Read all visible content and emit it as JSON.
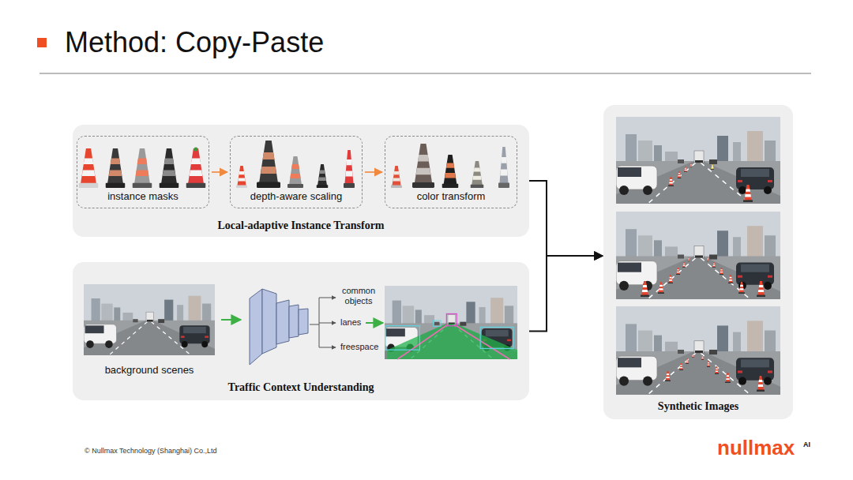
{
  "diagram": {
    "title": "Method: Copy-Paste",
    "nodes": [
      {
        "text": [
          "Local-adaptive Instance Transform"
        ]
      },
      {
        "text": [
          "instance masks"
        ],
        "in": 0
      },
      {
        "text": [
          "depth-aware scaling"
        ],
        "in": 0
      },
      {
        "text": [
          "color transform"
        ],
        "in": 0
      },
      {
        "text": [
          "Traffic Context Understanding"
        ]
      },
      {
        "text": [
          "background scenes"
        ],
        "in": 4
      },
      {
        "text": [
          "Synthetic Images"
        ]
      }
    ],
    "edges": [
      {
        "from": 1,
        "to": 2,
        "arrow": "to"
      },
      {
        "from": 2,
        "to": 3,
        "arrow": "to"
      },
      {
        "from": 0,
        "to": 6,
        "arrow": "to"
      },
      {
        "from": 4,
        "to": 6,
        "arrow": "to"
      }
    ],
    "labels": [
      "common objects",
      "lanes",
      "freespace",
      "© Nullmax Technology (Shanghai) Co.,Ltd",
      "nullmax",
      "AI"
    ]
  }
}
